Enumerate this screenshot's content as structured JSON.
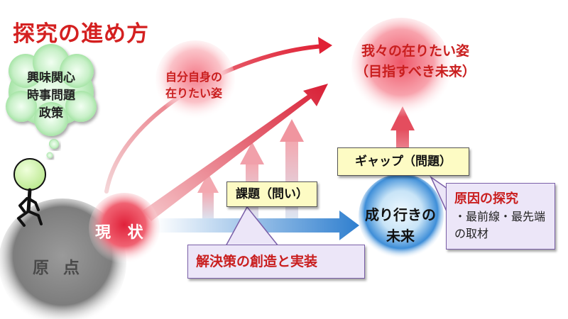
{
  "title": "探究の進め方",
  "cloud_lines": [
    "興味関心",
    "時事問題",
    "政策"
  ],
  "origin_label": "原 点",
  "current_label": "現 状",
  "self_ideal_lines": [
    "自分自身の",
    "在りたい姿"
  ],
  "goal_lines": [
    "我々の在りたい姿",
    "（目指すべき未来）"
  ],
  "future_lines": [
    "成り行きの",
    "未来"
  ],
  "kadai_label": "課題（問い）",
  "gap_label": "ギャップ（問題）",
  "solution_label": "解決策の創造と実装",
  "cause": {
    "title": "原因の探究",
    "body": "・最前線・最先端の取材"
  },
  "colors": {
    "title": "#d42020",
    "accent_red": "#c91e1e",
    "arrow_blue": "#3a86d1",
    "callout_yellow": "#fdfbc4",
    "callout_purple": "#ece6f8"
  }
}
